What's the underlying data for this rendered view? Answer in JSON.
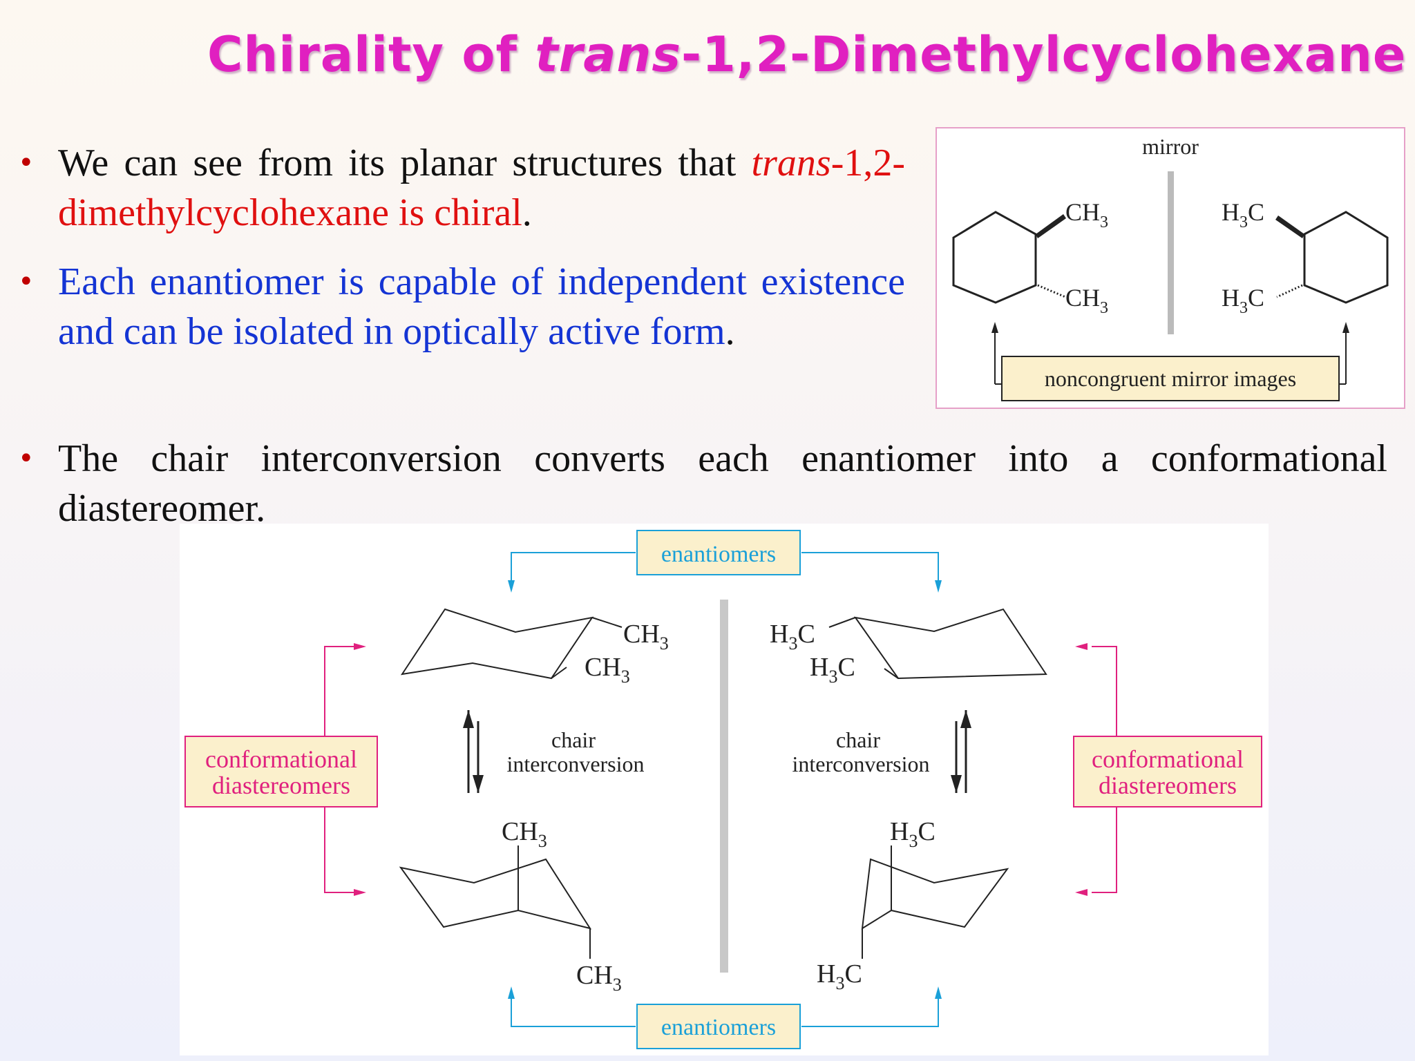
{
  "title": {
    "prefix": "Chirality of ",
    "italic": "trans",
    "suffix": "-1,2-Dimethylcyclohexane"
  },
  "bullets": {
    "b1": {
      "text1": "We can see from its planar structures that ",
      "italic": "trans",
      "dash": "-",
      "red": "1,2-dimethylcyclohexane is chiral",
      "end": "."
    },
    "b2": {
      "text": "Each enantiomer is capable of independent existence and can be isolated in optically active form",
      "end": "."
    },
    "b3": {
      "text": "The chair interconversion converts each enantiomer into a conformational diastereomer."
    }
  },
  "figure1": {
    "mirror_label": "mirror",
    "box_label": "noncongruent mirror images",
    "left_top_group": "CH",
    "left_bottom_group": "CH",
    "right_top_group": "H",
    "right_bottom_group": "H",
    "sub": "3",
    "c": "C"
  },
  "figure2": {
    "top_label": "enantiomers",
    "bottom_label": "enantiomers",
    "left_box_line1": "conformational",
    "left_box_line2": "diastereomers",
    "right_box_line1": "conformational",
    "right_box_line2": "diastereomers",
    "chair_line1": "chair",
    "chair_line2": "interconversion",
    "ch": "CH",
    "h": "H",
    "c": "C",
    "sub": "3",
    "colors": {
      "cyan": "#1aa0d8",
      "magenta": "#e0207e",
      "box_fill": "#fbf0cc"
    }
  }
}
